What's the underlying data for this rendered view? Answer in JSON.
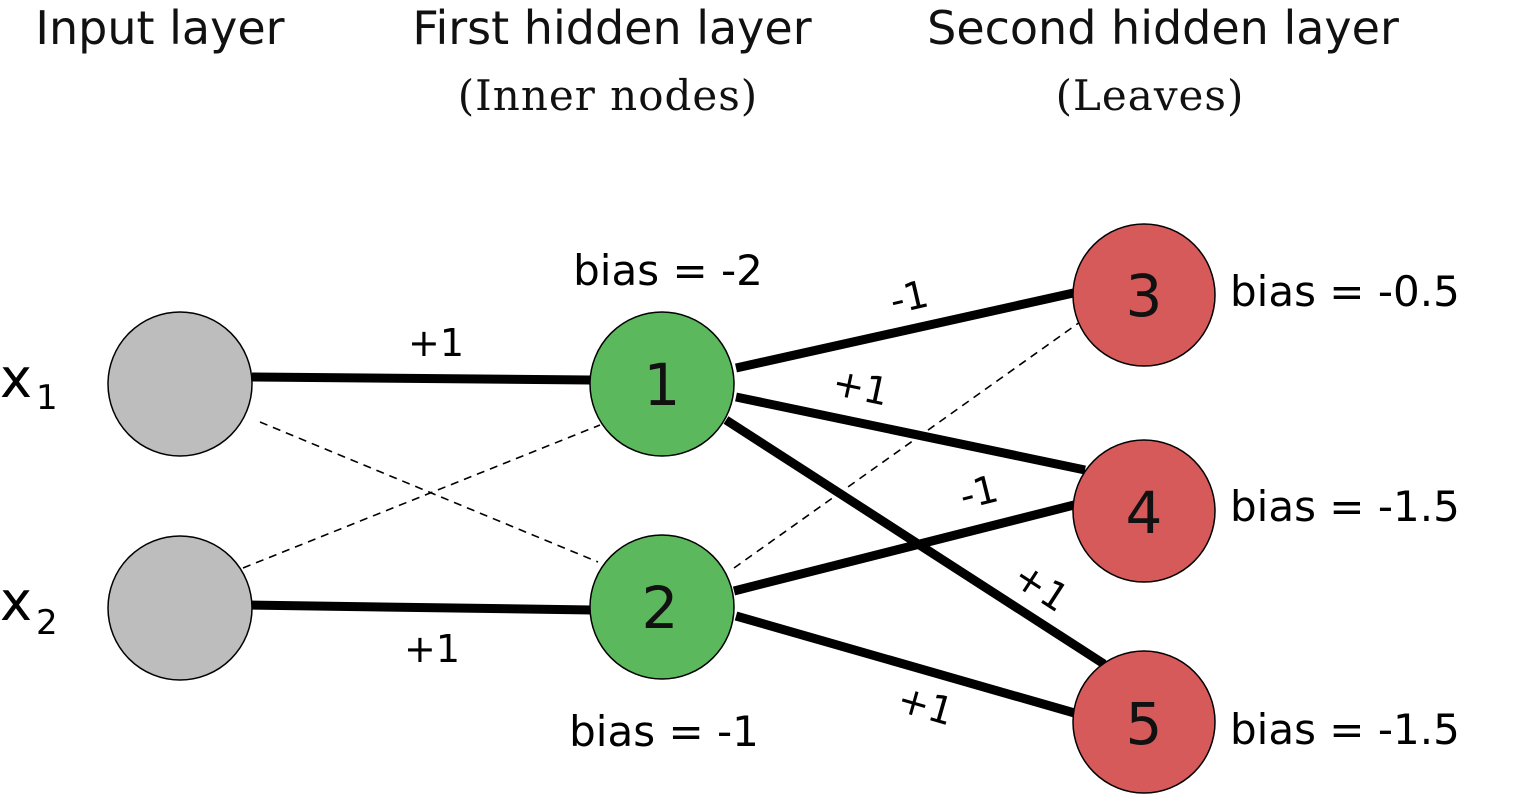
{
  "headers": {
    "input": "Input layer",
    "hidden1": "First hidden layer",
    "hidden1_sub": "(Inner nodes)",
    "hidden2": "Second hidden layer",
    "hidden2_sub": "(Leaves)"
  },
  "inputs": [
    {
      "var": "x",
      "sub": "1"
    },
    {
      "var": "x",
      "sub": "2"
    }
  ],
  "inner_nodes": [
    {
      "id": "1",
      "bias": "bias = -2"
    },
    {
      "id": "2",
      "bias": "bias = -1"
    }
  ],
  "leaves": [
    {
      "id": "3",
      "bias": "bias = -0.5"
    },
    {
      "id": "4",
      "bias": "bias = -1.5"
    },
    {
      "id": "5",
      "bias": "bias = -1.5"
    }
  ],
  "weights": {
    "x1_n1": "+1",
    "x2_n2": "+1",
    "n1_n3": "-1",
    "n1_n4": "+1",
    "n1_n5": "+1",
    "n2_n4": "-1",
    "n2_n5": "+1"
  },
  "colors": {
    "input_node": "#bdbdbd",
    "inner_node": "#5cb85c",
    "leaf_node": "#d65a5a"
  }
}
